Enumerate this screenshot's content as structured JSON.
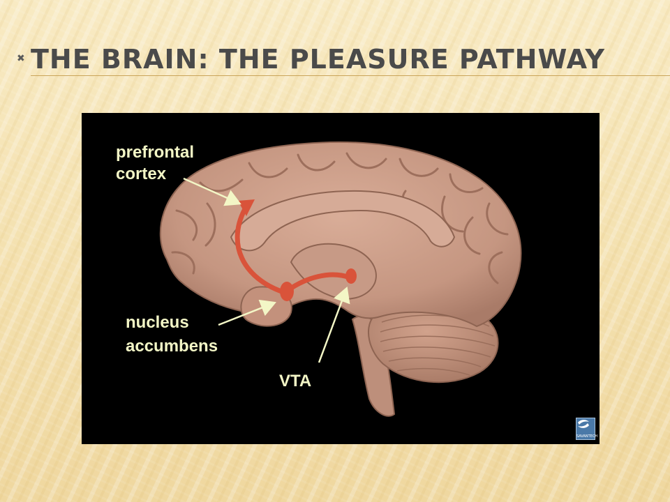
{
  "slide": {
    "title": "The Brain: The Pleasure Pathway"
  },
  "diagram": {
    "labels": {
      "prefrontal_line1": "prefrontal",
      "prefrontal_line2": "cortex",
      "nucleus_line1": "nucleus",
      "nucleus_line2": "accumbens",
      "vta": "VTA"
    },
    "logo_text": "SAVANTECH",
    "colors": {
      "background": "#000000",
      "brain": "#c89a85",
      "pathway": "#d9533a",
      "label": "#f3f6c6"
    }
  }
}
